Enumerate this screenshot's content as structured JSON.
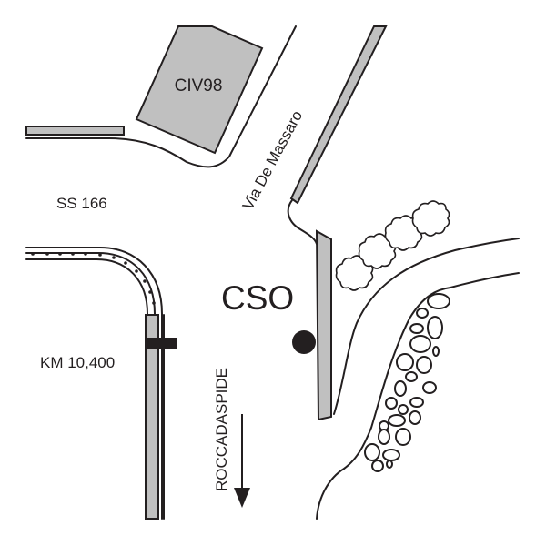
{
  "map": {
    "title": "Location map",
    "labels": {
      "building": "CIV98",
      "street": "Via De Massaro",
      "highway": "SS 166",
      "kilometer": "KM 10,400",
      "site": "CSO",
      "direction": "ROCCADASPIDE"
    },
    "features": {
      "building_icon": "building",
      "site_marker_icon": "filled-circle",
      "direction_icon": "arrow-down",
      "vegetation_icon": "bush",
      "rocks_icon": "stones",
      "km_marker_icon": "black-bar"
    },
    "colors": {
      "ink": "#231f20",
      "curb_fill": "#c0c0c0",
      "background": "#ffffff"
    },
    "bush_count": 4
  }
}
